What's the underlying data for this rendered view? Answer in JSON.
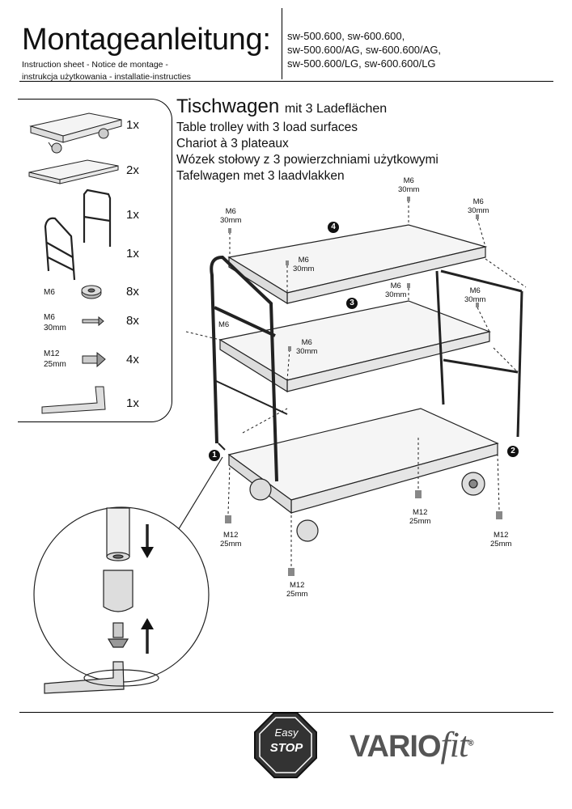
{
  "header": {
    "title": "Montageanleitung:",
    "sub1": "Instruction sheet - Notice de montage  -",
    "sub2": "instrukcja użytkowania - installatie-instructies",
    "models": [
      "sw-500.600, sw-600.600,",
      "sw-500.600/AG, sw-600.600/AG,",
      "sw-500.600/LG, sw-600.600/LG"
    ]
  },
  "parts": [
    {
      "qty": "1x"
    },
    {
      "qty": "2x"
    },
    {
      "qty": "1x"
    },
    {
      "qty": "1x"
    },
    {
      "label": "M6",
      "qty": "8x"
    },
    {
      "label1": "M6",
      "label2": "30mm",
      "qty": "8x"
    },
    {
      "label1": "M12",
      "label2": "25mm",
      "qty": "4x"
    },
    {
      "qty": "1x"
    }
  ],
  "product": {
    "name": "Tischwagen",
    "name_suffix": "mit 3 Ladeflächen",
    "lines": [
      "Table trolley with 3 load surfaces",
      "Chariot à 3 plateaux",
      "Wózek stołowy z 3 powierzchniami użytkowymi",
      "Tafelwagen met 3 laadvlakken"
    ]
  },
  "screw_labels": {
    "m6": "M6",
    "mm30": "30mm",
    "m12": "M12",
    "mm25": "25mm"
  },
  "step_numbers": [
    "1",
    "2",
    "3",
    "4"
  ],
  "footer": {
    "badge_top": "Easy",
    "badge_bottom": "STOP",
    "brand_a": "VARIO",
    "brand_b": "fit",
    "registered": "®"
  }
}
